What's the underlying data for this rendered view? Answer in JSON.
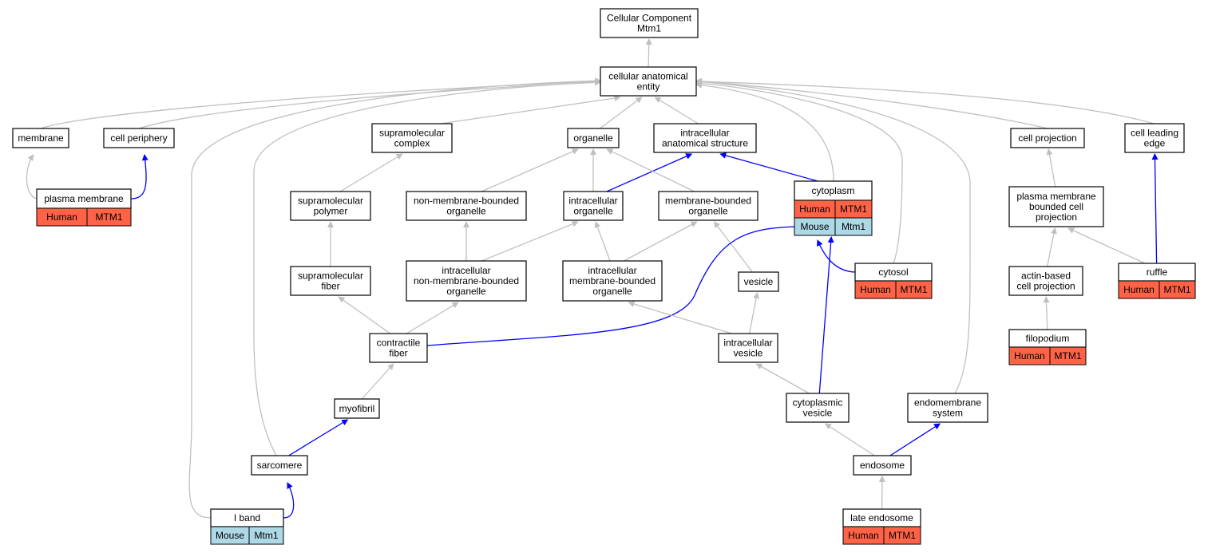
{
  "colors": {
    "is_a_edge": "#c0c0c0",
    "part_of_edge": "#0000ff",
    "human": "#ff6347",
    "mouse": "#add8e6"
  },
  "nodes": [
    {
      "id": "root",
      "lines": [
        "Cellular Component",
        "Mtm1"
      ]
    },
    {
      "id": "cae",
      "lines": [
        "cellular anatomical",
        "entity"
      ]
    },
    {
      "id": "membrane",
      "lines": [
        "membrane"
      ]
    },
    {
      "id": "cellper",
      "lines": [
        "cell periphery"
      ]
    },
    {
      "id": "smcomplex",
      "lines": [
        "supramolecular",
        "complex"
      ]
    },
    {
      "id": "organelle",
      "lines": [
        "organelle"
      ]
    },
    {
      "id": "ias",
      "lines": [
        "intracellular",
        "anatomical structure"
      ]
    },
    {
      "id": "cellproj",
      "lines": [
        "cell projection"
      ]
    },
    {
      "id": "cle",
      "lines": [
        "cell leading",
        "edge"
      ]
    },
    {
      "id": "pm",
      "lines": [
        "plasma membrane"
      ],
      "ann": [
        [
          "Human",
          "MTM1"
        ]
      ]
    },
    {
      "id": "cytoplasm",
      "lines": [
        "cytoplasm"
      ],
      "ann": [
        [
          "Human",
          "MTM1"
        ],
        [
          "Mouse",
          "Mtm1"
        ]
      ]
    },
    {
      "id": "smpolymer",
      "lines": [
        "supramolecular",
        "polymer"
      ]
    },
    {
      "id": "nmbo",
      "lines": [
        "non-membrane-bounded",
        "organelle"
      ]
    },
    {
      "id": "io",
      "lines": [
        "intracellular",
        "organelle"
      ]
    },
    {
      "id": "mbo",
      "lines": [
        "membrane-bounded",
        "organelle"
      ]
    },
    {
      "id": "pmbcp",
      "lines": [
        "plasma membrane",
        "bounded cell",
        "projection"
      ]
    },
    {
      "id": "smfiber",
      "lines": [
        "supramolecular",
        "fiber"
      ]
    },
    {
      "id": "inmbo",
      "lines": [
        "intracellular",
        "non-membrane-bounded",
        "organelle"
      ]
    },
    {
      "id": "imbo",
      "lines": [
        "intracellular",
        "membrane-bounded",
        "organelle"
      ]
    },
    {
      "id": "vesicle",
      "lines": [
        "vesicle"
      ]
    },
    {
      "id": "cytosol",
      "lines": [
        "cytosol"
      ],
      "ann": [
        [
          "Human",
          "MTM1"
        ]
      ]
    },
    {
      "id": "abcp",
      "lines": [
        "actin-based",
        "cell projection"
      ]
    },
    {
      "id": "ruffle",
      "lines": [
        "ruffle"
      ],
      "ann": [
        [
          "Human",
          "MTM1"
        ]
      ]
    },
    {
      "id": "cfiber",
      "lines": [
        "contractile",
        "fiber"
      ]
    },
    {
      "id": "ivesicle",
      "lines": [
        "intracellular",
        "vesicle"
      ]
    },
    {
      "id": "filopodium",
      "lines": [
        "filopodium"
      ],
      "ann": [
        [
          "Human",
          "MTM1"
        ]
      ]
    },
    {
      "id": "myofibril",
      "lines": [
        "myofibril"
      ]
    },
    {
      "id": "cvesicle",
      "lines": [
        "cytoplasmic",
        "vesicle"
      ]
    },
    {
      "id": "endomem",
      "lines": [
        "endomembrane",
        "system"
      ]
    },
    {
      "id": "sarcomere",
      "lines": [
        "sarcomere"
      ]
    },
    {
      "id": "endosome",
      "lines": [
        "endosome"
      ]
    },
    {
      "id": "iband",
      "lines": [
        "I band"
      ],
      "ann": [
        [
          "Mouse",
          "Mtm1"
        ]
      ]
    },
    {
      "id": "lateendo",
      "lines": [
        "late endosome"
      ],
      "ann": [
        [
          "Human",
          "MTM1"
        ]
      ]
    }
  ],
  "edges": [
    {
      "from": "cae",
      "to": "root",
      "type": "is_a"
    },
    {
      "from": "membrane",
      "to": "cae",
      "type": "is_a"
    },
    {
      "from": "cellper",
      "to": "cae",
      "type": "is_a"
    },
    {
      "from": "smcomplex",
      "to": "cae",
      "type": "is_a"
    },
    {
      "from": "organelle",
      "to": "cae",
      "type": "is_a"
    },
    {
      "from": "ias",
      "to": "cae",
      "type": "is_a"
    },
    {
      "from": "cellproj",
      "to": "cae",
      "type": "is_a"
    },
    {
      "from": "cle",
      "to": "cae",
      "type": "is_a"
    },
    {
      "from": "cytoplasm",
      "to": "cae",
      "type": "is_a"
    },
    {
      "from": "cytosol",
      "to": "cae",
      "type": "is_a"
    },
    {
      "from": "endomem",
      "to": "cae",
      "type": "is_a"
    },
    {
      "from": "sarcomere",
      "to": "cae",
      "type": "is_a"
    },
    {
      "from": "iband",
      "to": "cae",
      "type": "is_a"
    },
    {
      "from": "pm",
      "to": "membrane",
      "type": "is_a"
    },
    {
      "from": "pm",
      "to": "cellper",
      "type": "part_of"
    },
    {
      "from": "cytoplasm",
      "to": "ias",
      "type": "part_of"
    },
    {
      "from": "smpolymer",
      "to": "smcomplex",
      "type": "is_a"
    },
    {
      "from": "nmbo",
      "to": "organelle",
      "type": "is_a"
    },
    {
      "from": "io",
      "to": "organelle",
      "type": "is_a"
    },
    {
      "from": "io",
      "to": "ias",
      "type": "part_of"
    },
    {
      "from": "mbo",
      "to": "organelle",
      "type": "is_a"
    },
    {
      "from": "pmbcp",
      "to": "cellproj",
      "type": "is_a"
    },
    {
      "from": "ruffle",
      "to": "cle",
      "type": "part_of"
    },
    {
      "from": "smfiber",
      "to": "smpolymer",
      "type": "is_a"
    },
    {
      "from": "inmbo",
      "to": "nmbo",
      "type": "is_a"
    },
    {
      "from": "inmbo",
      "to": "io",
      "type": "is_a"
    },
    {
      "from": "imbo",
      "to": "io",
      "type": "is_a"
    },
    {
      "from": "imbo",
      "to": "mbo",
      "type": "is_a"
    },
    {
      "from": "vesicle",
      "to": "mbo",
      "type": "is_a"
    },
    {
      "from": "cytosol",
      "to": "cytoplasm",
      "type": "part_of"
    },
    {
      "from": "abcp",
      "to": "pmbcp",
      "type": "is_a"
    },
    {
      "from": "ruffle",
      "to": "pmbcp",
      "type": "is_a"
    },
    {
      "from": "cfiber",
      "to": "smfiber",
      "type": "is_a"
    },
    {
      "from": "cfiber",
      "to": "inmbo",
      "type": "is_a"
    },
    {
      "from": "cfiber",
      "to": "cytoplasm",
      "type": "part_of"
    },
    {
      "from": "ivesicle",
      "to": "vesicle",
      "type": "is_a"
    },
    {
      "from": "ivesicle",
      "to": "imbo",
      "type": "is_a"
    },
    {
      "from": "filopodium",
      "to": "abcp",
      "type": "is_a"
    },
    {
      "from": "myofibril",
      "to": "cfiber",
      "type": "is_a"
    },
    {
      "from": "cvesicle",
      "to": "ivesicle",
      "type": "is_a"
    },
    {
      "from": "cvesicle",
      "to": "cytoplasm",
      "type": "part_of"
    },
    {
      "from": "sarcomere",
      "to": "myofibril",
      "type": "part_of"
    },
    {
      "from": "endosome",
      "to": "cvesicle",
      "type": "is_a"
    },
    {
      "from": "endosome",
      "to": "endomem",
      "type": "part_of"
    },
    {
      "from": "iband",
      "to": "sarcomere",
      "type": "part_of"
    },
    {
      "from": "lateendo",
      "to": "endosome",
      "type": "is_a"
    }
  ]
}
